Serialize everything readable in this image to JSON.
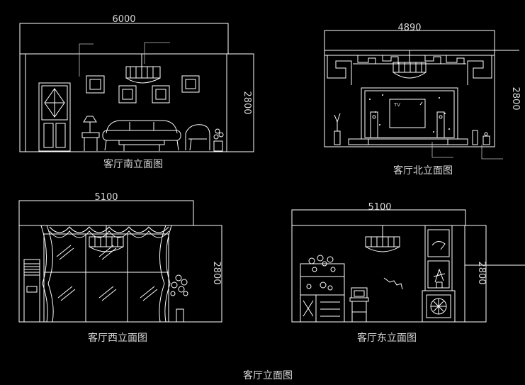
{
  "drawing": {
    "main_title": "客厅立面图",
    "views": [
      {
        "id": "south",
        "caption": "客厅南立面图",
        "width_label": "6000",
        "height_label": "2800"
      },
      {
        "id": "north",
        "caption": "客厅北立面图",
        "width_label": "4890",
        "height_label": "2800"
      },
      {
        "id": "west",
        "caption": "客厅西立面图",
        "width_label": "5100",
        "height_label": "2800"
      },
      {
        "id": "east",
        "caption": "客厅东立面图",
        "width_label": "5100",
        "height_label": "2800"
      }
    ],
    "tv_label": "TV"
  }
}
